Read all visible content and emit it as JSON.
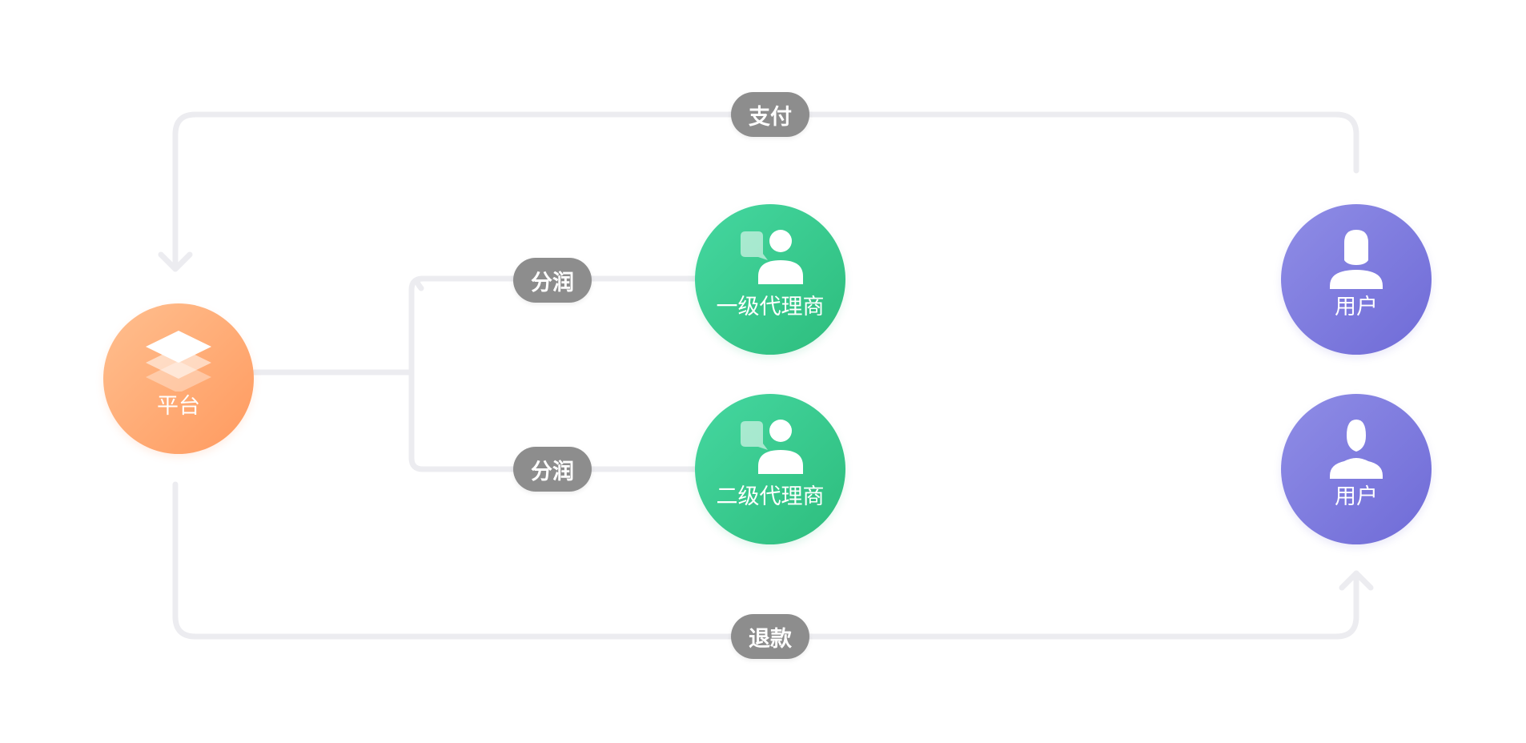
{
  "nodes": {
    "platform": {
      "label": "平台",
      "icon": "layers-icon",
      "color": "#ff9f66"
    },
    "agent_level1": {
      "label": "一级代理商",
      "icon": "agent-icon",
      "color": "#37c98b"
    },
    "agent_level2": {
      "label": "二级代理商",
      "icon": "agent-icon",
      "color": "#37c98b"
    },
    "user_female": {
      "label": "用户",
      "icon": "user-female-icon",
      "color": "#7d7adf"
    },
    "user_male": {
      "label": "用户",
      "icon": "user-male-icon",
      "color": "#7d7adf"
    }
  },
  "edges": {
    "pay": {
      "label": "支付"
    },
    "share_level1": {
      "label": "分润"
    },
    "share_level2": {
      "label": "分润"
    },
    "refund": {
      "label": "退款"
    }
  },
  "colors": {
    "connector": "#ececf0",
    "pill": "#8d8d8d"
  }
}
